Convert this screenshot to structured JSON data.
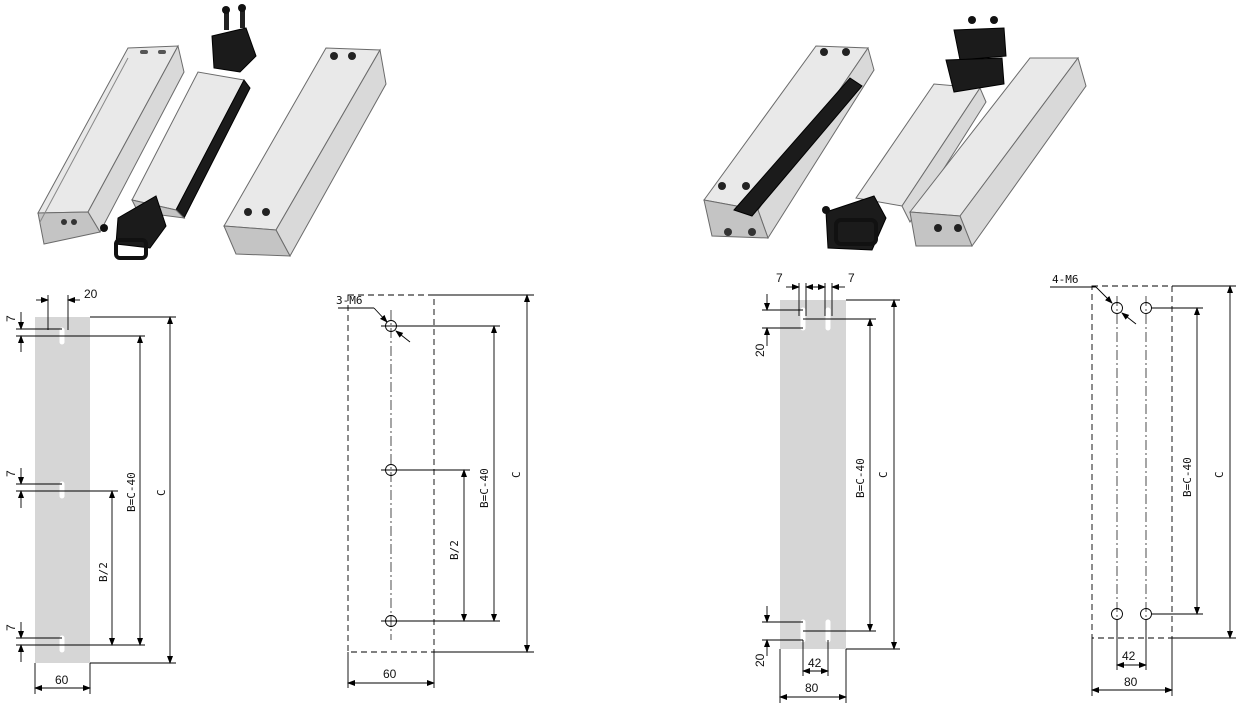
{
  "labels": {
    "l_w20": "20",
    "l_7a": "7",
    "l_7b": "7",
    "l_7c": "7",
    "l_b": "B=C-40",
    "l_c": "C",
    "l_bhalf": "B/2",
    "l_60a": "60",
    "m_3m6": "3-M6",
    "m_b": "B=C-40",
    "m_c": "C",
    "m_bhalf": "B/2",
    "m_60": "60",
    "r_7a": "7",
    "r_7b": "7",
    "r_20a": "20",
    "r_20b": "20",
    "r_b": "B=C-40",
    "r_c": "C",
    "r_42": "42",
    "r_80": "80",
    "rr_4m6": "4-M6",
    "rr_b": "B=C-40",
    "rr_c": "C",
    "rr_42": "42",
    "rr_80": "80"
  }
}
